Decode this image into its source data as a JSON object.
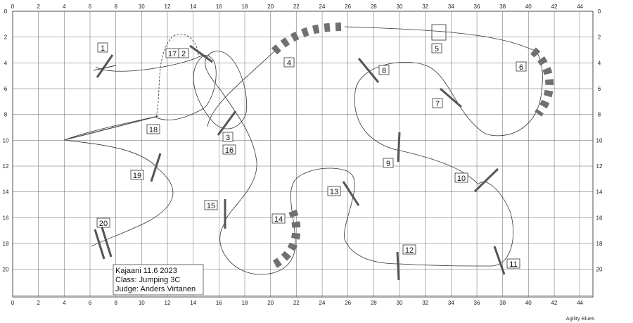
{
  "course": {
    "x_ticks": [
      "0",
      "2",
      "4",
      "6",
      "8",
      "10",
      "12",
      "14",
      "16",
      "18",
      "20",
      "22",
      "24",
      "26",
      "28",
      "30",
      "32",
      "34",
      "36",
      "38",
      "40",
      "42",
      "44"
    ],
    "y_ticks": [
      "0",
      "2",
      "4",
      "6",
      "8",
      "10",
      "12",
      "14",
      "16",
      "18",
      "20"
    ],
    "obstacle_numbers": [
      "1",
      "2",
      "3",
      "4",
      "5",
      "6",
      "7",
      "8",
      "9",
      "10",
      "11",
      "12",
      "13",
      "14",
      "15",
      "16",
      "17",
      "18",
      "19",
      "20"
    ],
    "info": {
      "event": "Kajaani 11.6 2023",
      "class": "Class: Jumping 3C",
      "judge": "Judge: Anders Virtanen"
    },
    "footer": "Agility Blues",
    "colors": {
      "tunnel_dark": "#707070",
      "tunnel_light": "#ffffff",
      "bar": "#555555",
      "path": "#333333"
    }
  }
}
